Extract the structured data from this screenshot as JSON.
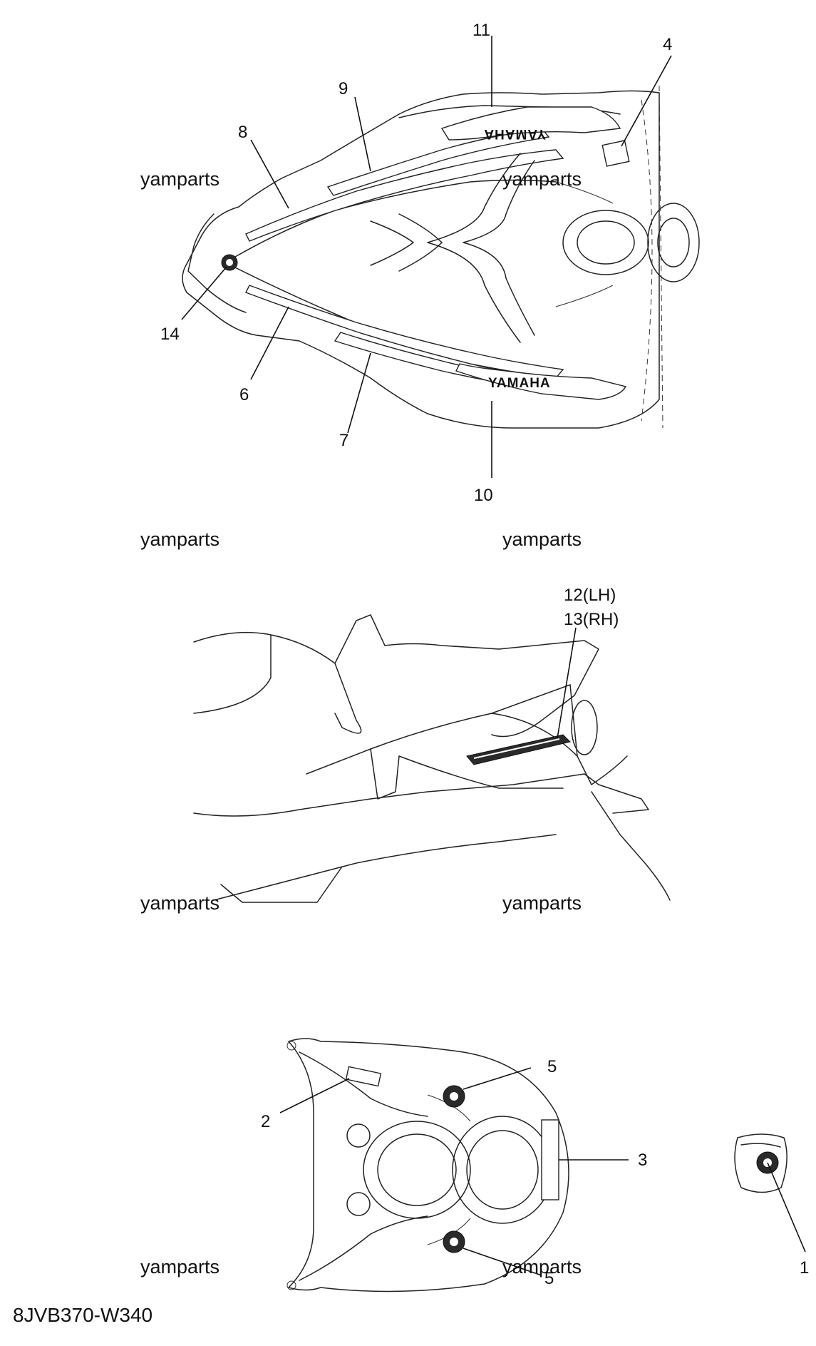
{
  "diagram_code": "8JVB370-W340",
  "watermark": "yamparts",
  "brand_text": "YAMAHA",
  "part_callouts": {
    "p1": "1",
    "p2": "2",
    "p3": "3",
    "p4": "4",
    "p5a": "5",
    "p5b": "5",
    "p6": "6",
    "p7": "7",
    "p8": "8",
    "p9": "9",
    "p10": "10",
    "p11": "11",
    "p12": "12(LH)",
    "p13": "13(RH)",
    "p14": "14"
  }
}
